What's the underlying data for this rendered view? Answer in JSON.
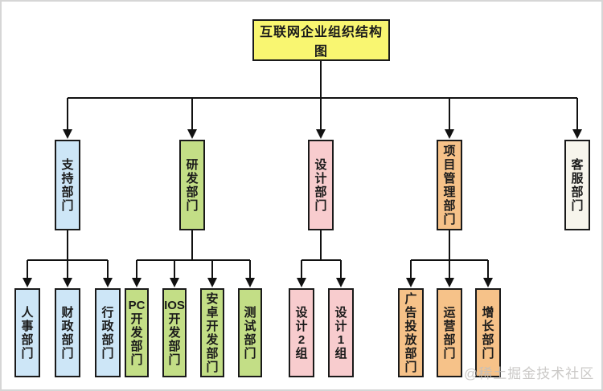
{
  "watermark": "@稀土掘金技术社区",
  "colors": {
    "root_bg": "#F9F671",
    "support_bg": "#CDE6F7",
    "rnd_bg": "#C3DE86",
    "design_bg": "#F8CCCE",
    "pm_bg": "#F6C289",
    "service_bg": "#F7F5EC",
    "box_border": "#1A1A1A",
    "line": "#111111",
    "watermark_color": "#C2C0BE"
  },
  "tree": {
    "root": {
      "label": "互联网企业组织结构图"
    },
    "departments": [
      {
        "label": "支持部门",
        "children": [
          "人事部门",
          "财政部门",
          "行政部门"
        ]
      },
      {
        "label": "研发部门",
        "children": [
          "PC开发部门",
          "IOS开发部门",
          "安卓开发部门",
          "测试部门"
        ]
      },
      {
        "label": "设计部门",
        "children": [
          "设计2组",
          "设计1组"
        ]
      },
      {
        "label": "项目管理部门",
        "children": [
          "广告投放部门",
          "运营部门",
          "增长部门"
        ]
      },
      {
        "label": "客服部门",
        "children": []
      }
    ]
  }
}
